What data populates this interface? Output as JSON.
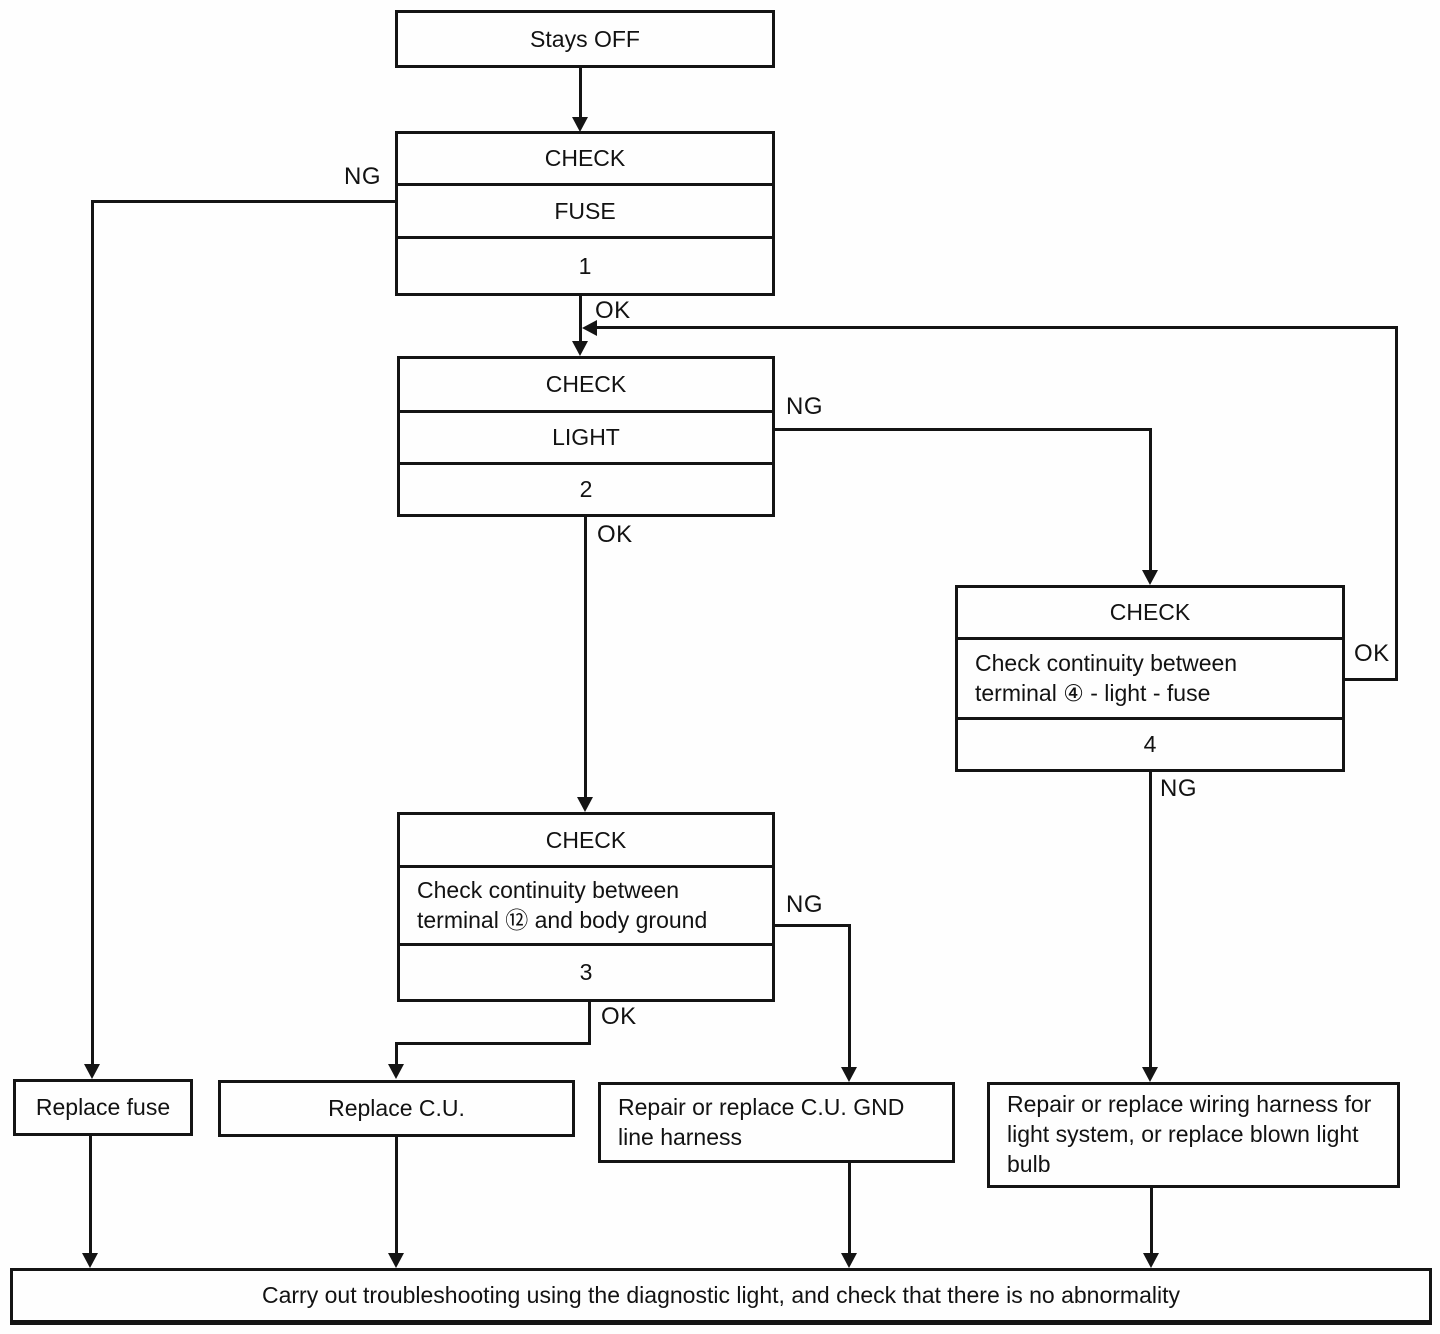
{
  "flowchart": {
    "start": {
      "label": "Stays OFF"
    },
    "checks": [
      {
        "header": "CHECK",
        "body": "FUSE",
        "number": "1"
      },
      {
        "header": "CHECK",
        "body": "LIGHT",
        "number": "2"
      },
      {
        "header": "CHECK",
        "body": "Check continuity between\nterminal ⑫ and body ground",
        "number": "3"
      },
      {
        "header": "CHECK",
        "body": "Check continuity between\nterminal ④ - light - fuse",
        "number": "4"
      }
    ],
    "actions": [
      {
        "label": "Replace fuse"
      },
      {
        "label": "Replace C.U."
      },
      {
        "label": "Repair or replace C.U. GND\nline harness"
      },
      {
        "label": "Repair or replace wiring harness for\nlight system, or replace blown light\nbulb"
      }
    ],
    "final": {
      "label": "Carry out troubleshooting using the diagnostic light, and check that there is no abnormality"
    },
    "outcomes": {
      "ng": "NG",
      "ok": "OK"
    },
    "colors": {
      "line": "#141414",
      "background": "#fefefe",
      "text": "#121212"
    }
  }
}
